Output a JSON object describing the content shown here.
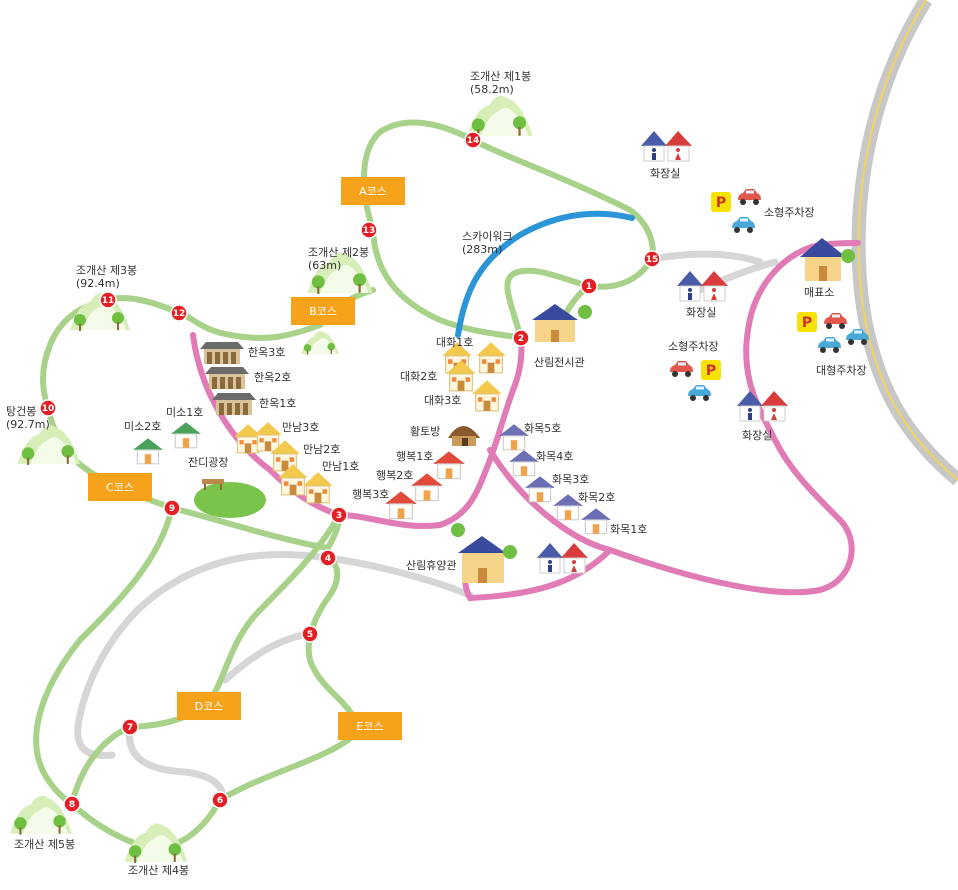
{
  "colors": {
    "trail": "#a8d28a",
    "road": "#d6d6d6",
    "pink_road": "#e07bb5",
    "skywalk": "#2b95d8",
    "marker": "#e31e24",
    "course_badge": "#f7a21b",
    "highway_stripe": "#f2d35b"
  },
  "markers": [
    "1",
    "2",
    "3",
    "4",
    "5",
    "6",
    "7",
    "8",
    "9",
    "10",
    "11",
    "12",
    "13",
    "14",
    "15"
  ],
  "courses": [
    "A코스",
    "B코스",
    "C코스",
    "D코스",
    "E코스"
  ],
  "peaks": {
    "p1_name": "조개산 제1봉",
    "p1_height": "(58.2m)",
    "p2_name": "조개산 제2봉",
    "p2_height": "(63m)",
    "p3_name": "조개산 제3봉",
    "p3_height": "(92.4m)",
    "p4_name": "조개산 제4봉",
    "p5_name": "조개산 제5봉",
    "tang_name": "탕건봉",
    "tang_height": "(92.7m)"
  },
  "skywalk": {
    "name": "스카이워크",
    "length": "(283m)"
  },
  "places": {
    "hanok3": "한옥3호",
    "hanok2": "한옥2호",
    "hanok1": "한옥1호",
    "miso2": "미소2호",
    "miso1": "미소1호",
    "jandi": "잔디광장",
    "mannam3": "만남3호",
    "mannam2": "만남2호",
    "mannam1": "만남1호",
    "daehwa1": "대화1호",
    "daehwa2": "대화2호",
    "daehwa3": "대화3호",
    "hwangto": "황토방",
    "haengbok1": "행복1호",
    "haengbok2": "행복2호",
    "haengbok3": "행복3호",
    "hwamok5": "화목5호",
    "hwamok4": "화목4호",
    "hwamok3": "화목3호",
    "hwamok2": "화목2호",
    "hwamok1": "화목1호",
    "exhibition": "산림전시관",
    "lodge": "산림휴양관",
    "toilet1": "화장실",
    "toilet2": "화장실",
    "toilet3": "화장실",
    "small_parking1": "소형주차장",
    "small_parking2": "소형주차장",
    "large_parking": "대형주차장",
    "ticket": "매표소"
  },
  "parking_symbol": "P"
}
